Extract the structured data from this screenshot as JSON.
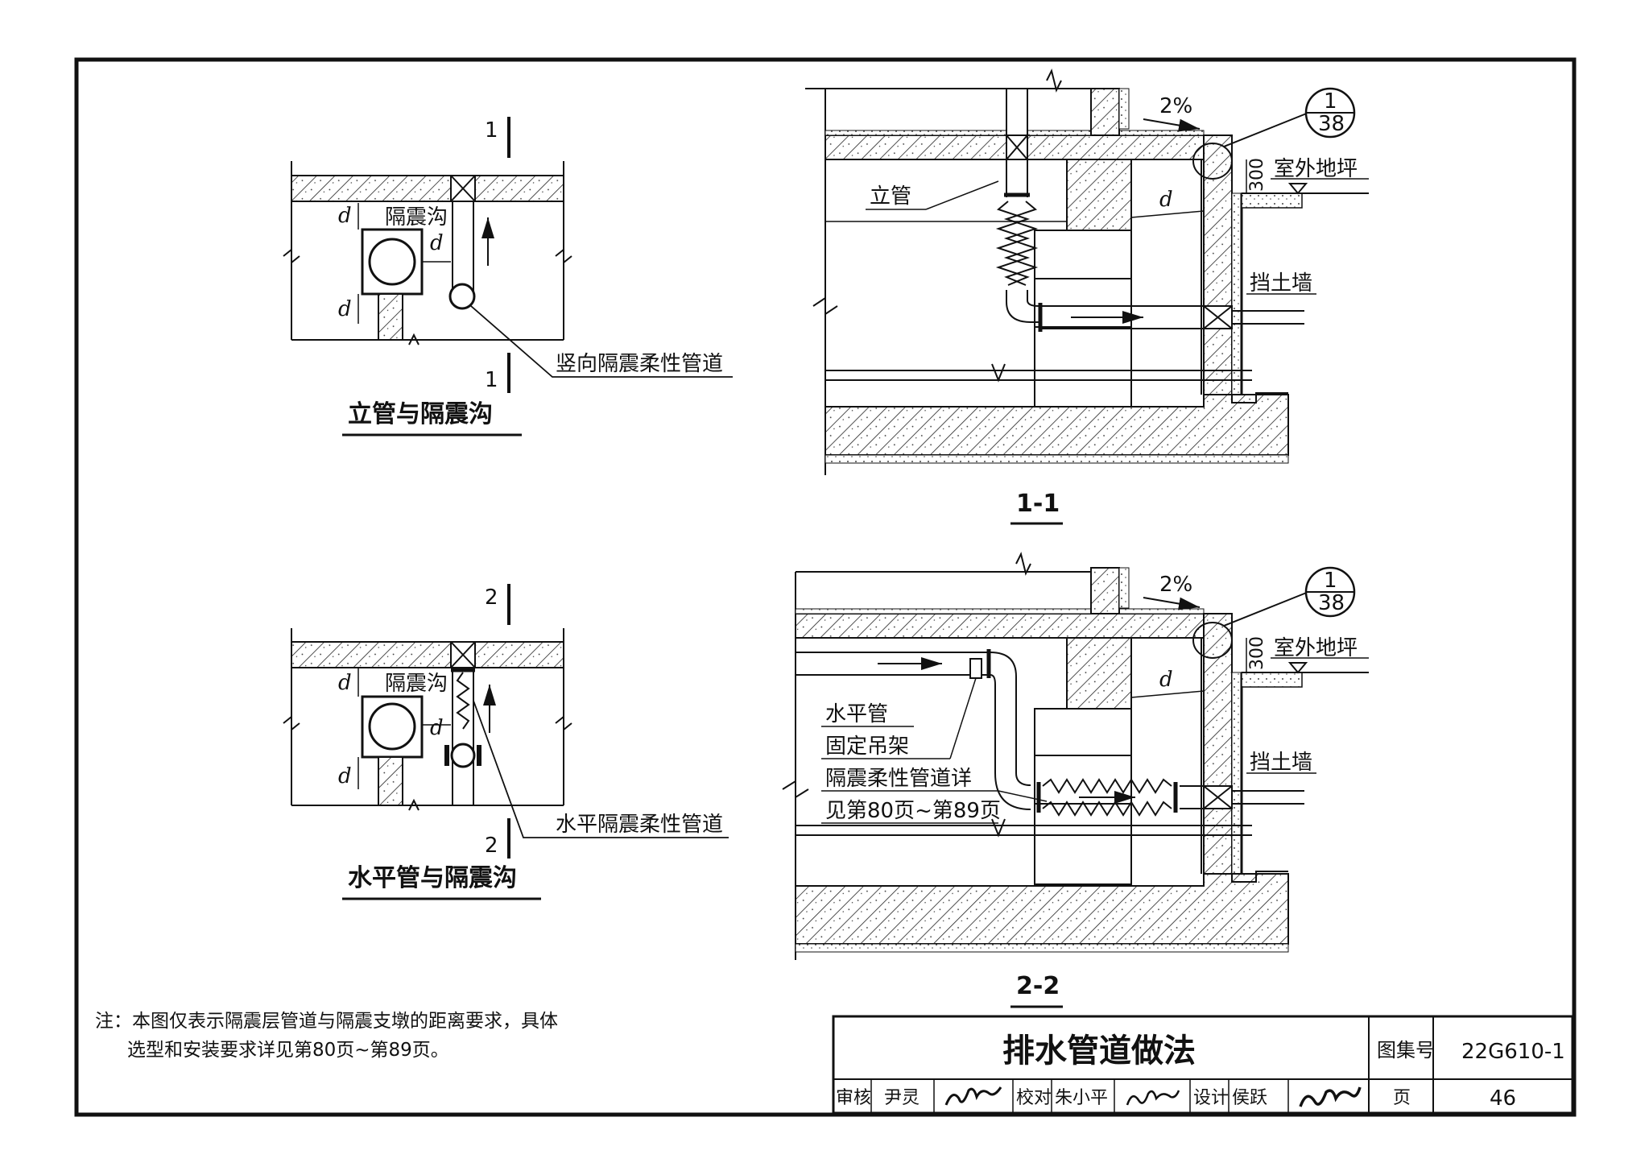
{
  "plan1": {
    "title": "立管与隔震沟",
    "trench_label": "隔震沟",
    "pipe_label": "竖向隔震柔性管道",
    "dim_d": "d",
    "section_mark": "1"
  },
  "plan2": {
    "title": "水平管与隔震沟",
    "trench_label": "隔震沟",
    "pipe_label": "水平隔震柔性管道",
    "dim_d": "d",
    "section_mark": "2"
  },
  "section1": {
    "title": "1-1",
    "slope": "2%",
    "detail_top": "1",
    "detail_bottom": "38",
    "dim_300": "300",
    "ground_label": "室外地坪",
    "wall_label": "挡土墙",
    "riser_label": "立管",
    "dim_d": "d"
  },
  "section2": {
    "title": "2-2",
    "slope": "2%",
    "detail_top": "1",
    "detail_bottom": "38",
    "dim_300": "300",
    "ground_label": "室外地坪",
    "wall_label": "挡土墙",
    "horiz_label": "水平管",
    "hanger_label": "固定吊架",
    "flex_label_1": "隔震柔性管道详",
    "flex_label_2": "见第80页~第89页",
    "dim_d": "d"
  },
  "note": {
    "line1": "注：本图仅表示隔震层管道与隔震支墩的距离要求，具体",
    "line2": "选型和安装要求详见第80页~第89页。"
  },
  "title_block": {
    "drawing_title": "排水管道做法",
    "atlas_label": "图集号",
    "atlas_no": "22G610-1",
    "review_label": "审核",
    "review_name": "尹灵",
    "check_label": "校对",
    "check_name": "朱小平",
    "design_label": "设计",
    "design_name": "侯跃",
    "page_label": "页",
    "page_no": "46"
  }
}
